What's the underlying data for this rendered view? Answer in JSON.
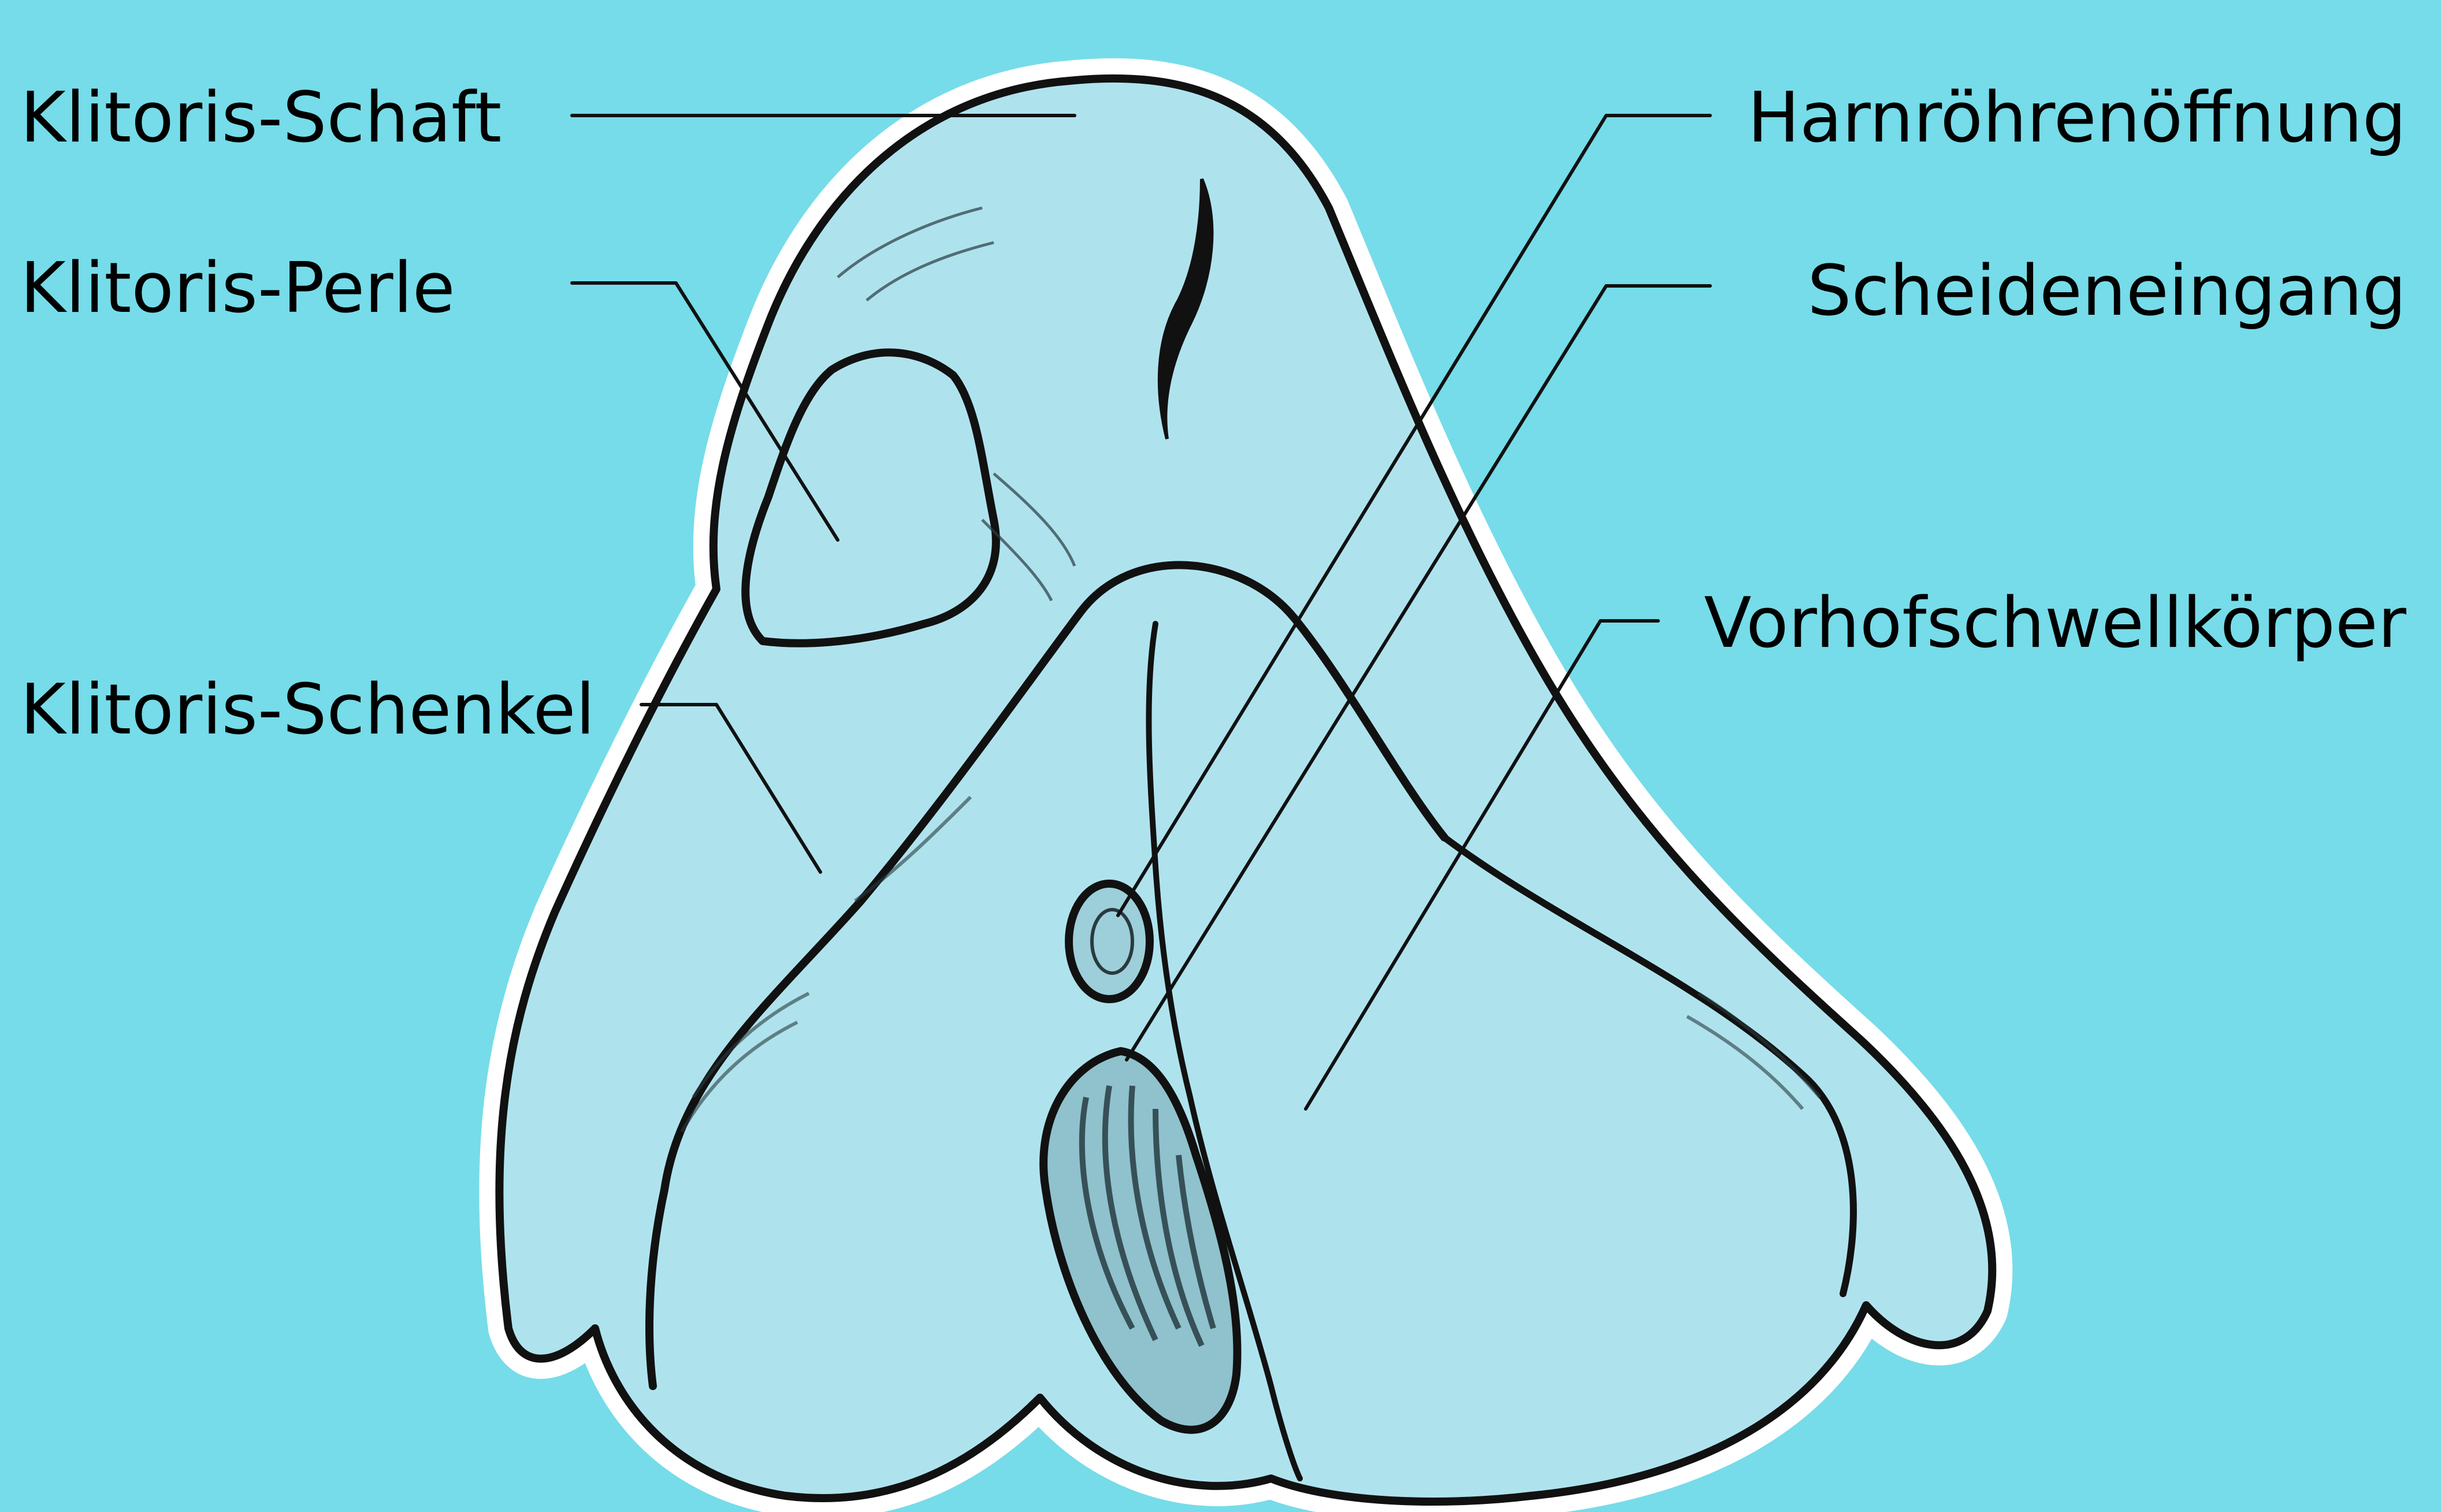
{
  "colors": {
    "background": "#76DCE9",
    "body_fill": "#AEE3EE",
    "outline": "#111111",
    "halo": "#FFFFFF",
    "leader": "#111111",
    "text": "#111111",
    "hatch": "#2a3a40"
  },
  "labels": {
    "klitoris_schaft": "Klitoris-Schaft",
    "klitoris_perle": "Klitoris-Perle",
    "klitoris_schenkel": "Klitoris-Schenkel",
    "harnroehrenoeffnung": "Harnröhrenöffnung",
    "scheideneingang": "Scheideneingang",
    "vorhofschwellkoerper": "Vorhofschwellkörper"
  }
}
